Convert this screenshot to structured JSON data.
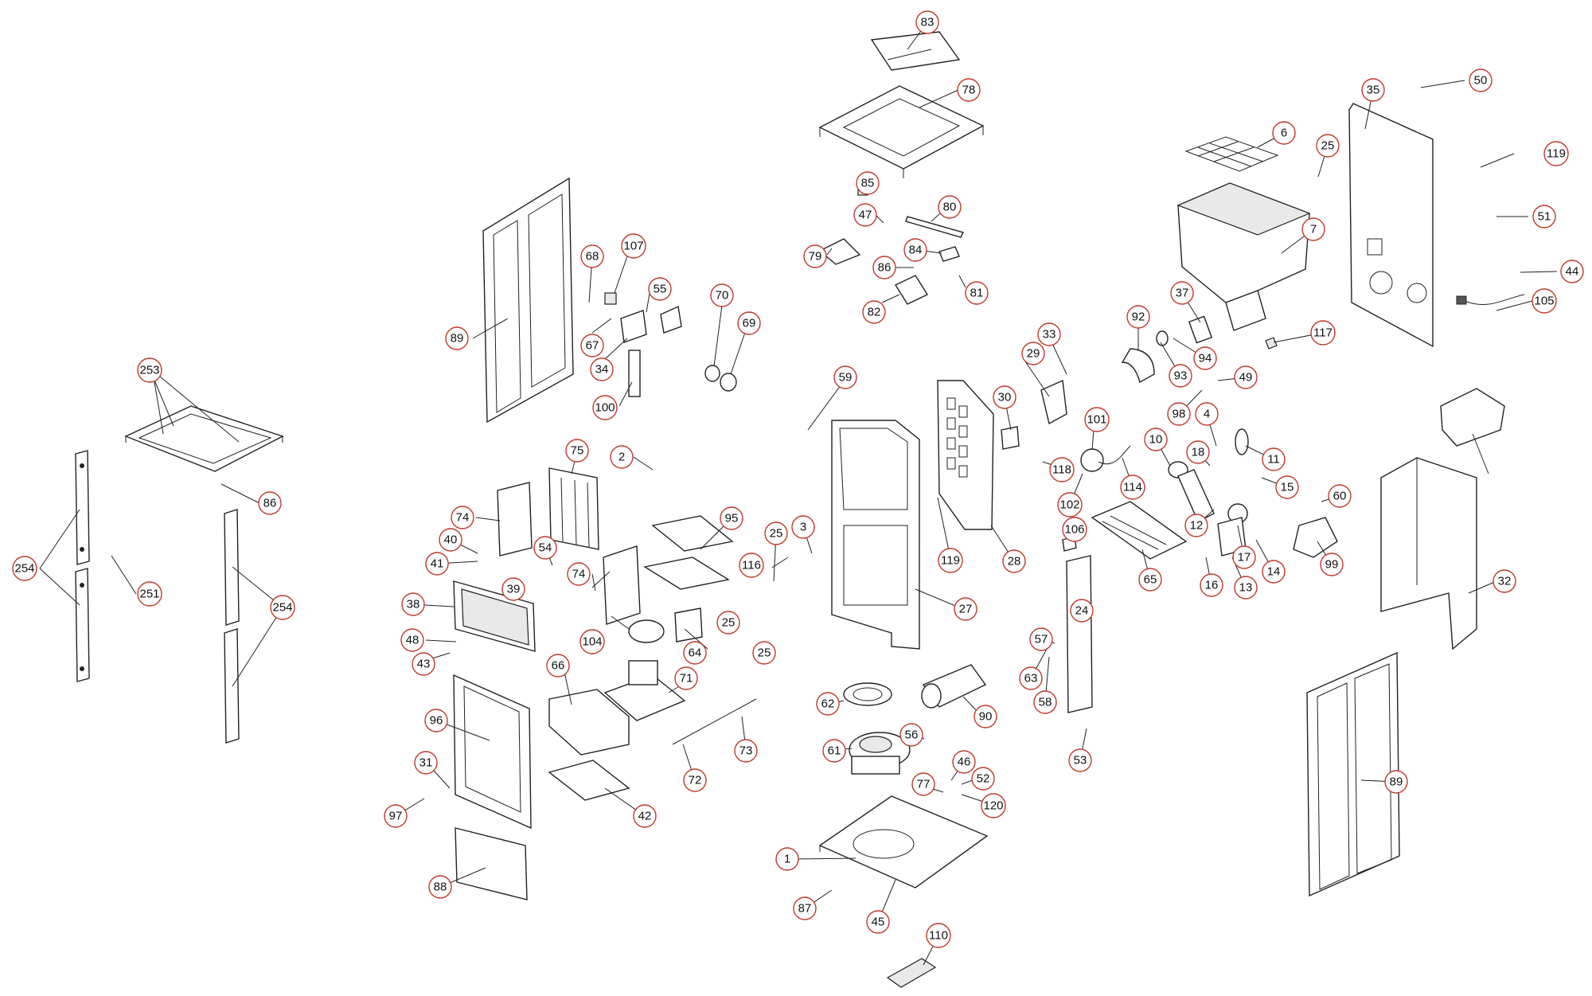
{
  "diagram": {
    "callouts": [
      {
        "label": "83"
      },
      {
        "label": "78"
      },
      {
        "label": "85"
      },
      {
        "label": "47"
      },
      {
        "label": "80"
      },
      {
        "label": "84"
      },
      {
        "label": "86"
      },
      {
        "label": "79"
      },
      {
        "label": "82"
      },
      {
        "label": "81"
      },
      {
        "label": "107"
      },
      {
        "label": "68"
      },
      {
        "label": "55"
      },
      {
        "label": "67"
      },
      {
        "label": "34"
      },
      {
        "label": "100"
      },
      {
        "label": "70"
      },
      {
        "label": "69"
      },
      {
        "label": "89"
      },
      {
        "label": "253"
      },
      {
        "label": "86"
      },
      {
        "label": "254"
      },
      {
        "label": "251"
      },
      {
        "label": "254"
      },
      {
        "label": "75"
      },
      {
        "label": "2"
      },
      {
        "label": "74"
      },
      {
        "label": "40"
      },
      {
        "label": "41"
      },
      {
        "label": "54"
      },
      {
        "label": "74"
      },
      {
        "label": "39"
      },
      {
        "label": "38"
      },
      {
        "label": "95"
      },
      {
        "label": "3"
      },
      {
        "label": "25"
      },
      {
        "label": "116"
      },
      {
        "label": "25"
      },
      {
        "label": "25"
      },
      {
        "label": "104"
      },
      {
        "label": "64"
      },
      {
        "label": "48"
      },
      {
        "label": "43"
      },
      {
        "label": "66"
      },
      {
        "label": "71"
      },
      {
        "label": "96"
      },
      {
        "label": "73"
      },
      {
        "label": "72"
      },
      {
        "label": "31"
      },
      {
        "label": "97"
      },
      {
        "label": "42"
      },
      {
        "label": "88"
      },
      {
        "label": "59"
      },
      {
        "label": "27"
      },
      {
        "label": "62"
      },
      {
        "label": "90"
      },
      {
        "label": "61"
      },
      {
        "label": "56"
      },
      {
        "label": "77"
      },
      {
        "label": "46"
      },
      {
        "label": "52"
      },
      {
        "label": "120"
      },
      {
        "label": "1"
      },
      {
        "label": "87"
      },
      {
        "label": "45"
      },
      {
        "label": "110"
      },
      {
        "label": "33"
      },
      {
        "label": "29"
      },
      {
        "label": "30"
      },
      {
        "label": "101"
      },
      {
        "label": "118"
      },
      {
        "label": "114"
      },
      {
        "label": "102"
      },
      {
        "label": "119"
      },
      {
        "label": "28"
      },
      {
        "label": "106"
      },
      {
        "label": "65"
      },
      {
        "label": "24"
      },
      {
        "label": "57"
      },
      {
        "label": "63"
      },
      {
        "label": "58"
      },
      {
        "label": "53"
      },
      {
        "label": "92"
      },
      {
        "label": "37"
      },
      {
        "label": "93"
      },
      {
        "label": "94"
      },
      {
        "label": "6"
      },
      {
        "label": "25"
      },
      {
        "label": "7"
      },
      {
        "label": "117"
      },
      {
        "label": "98"
      },
      {
        "label": "49"
      },
      {
        "label": "4"
      },
      {
        "label": "10"
      },
      {
        "label": "18"
      },
      {
        "label": "11"
      },
      {
        "label": "15"
      },
      {
        "label": "12"
      },
      {
        "label": "17"
      },
      {
        "label": "16"
      },
      {
        "label": "13"
      },
      {
        "label": "14"
      },
      {
        "label": "60"
      },
      {
        "label": "99"
      },
      {
        "label": "35"
      },
      {
        "label": "50"
      },
      {
        "label": "119"
      },
      {
        "label": "51"
      },
      {
        "label": "44"
      },
      {
        "label": "105"
      },
      {
        "label": "32"
      },
      {
        "label": "89"
      }
    ]
  }
}
